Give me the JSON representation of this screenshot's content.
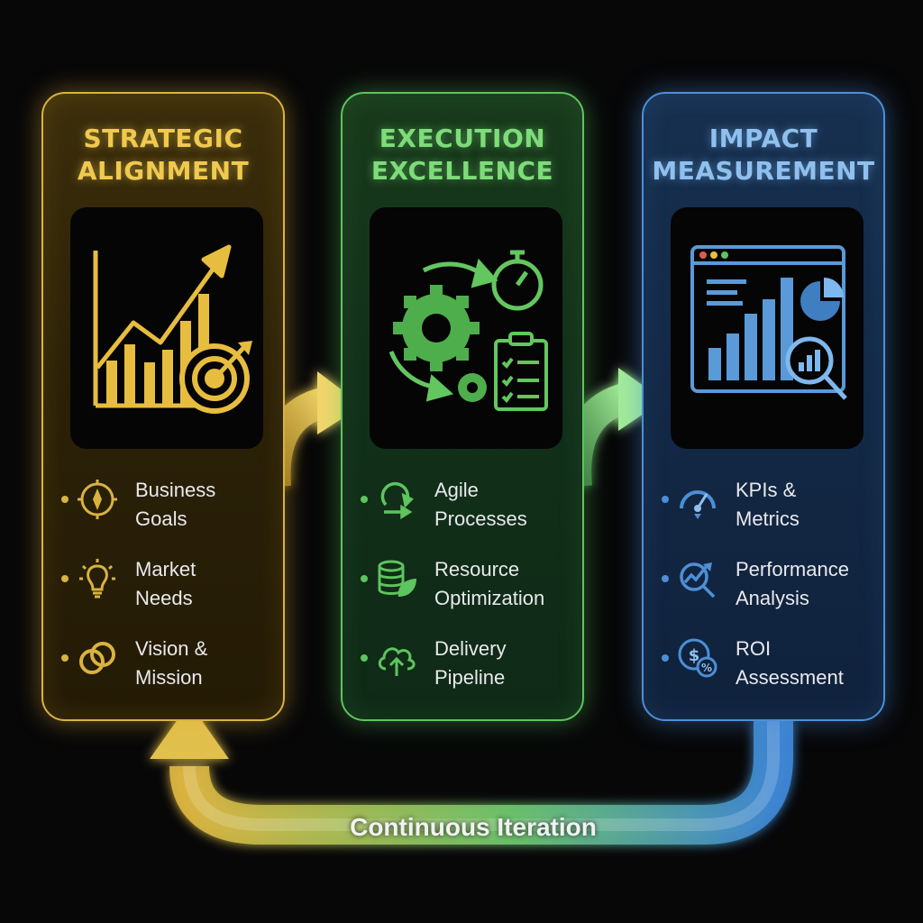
{
  "colors": {
    "gold": "#d9b340",
    "green": "#5ec45e",
    "blue": "#4d8fd6",
    "background": "#070708"
  },
  "cards": [
    {
      "title": "STRATEGIC\nALIGNMENT",
      "hero_icon": "growth-chart-target-icon",
      "items": [
        {
          "icon": "compass-icon",
          "label": "Business\nGoals"
        },
        {
          "icon": "lightbulb-icon",
          "label": "Market\nNeeds"
        },
        {
          "icon": "interlocking-rings-icon",
          "label": "Vision &\nMission"
        }
      ]
    },
    {
      "title": "EXECUTION\nEXCELLENCE",
      "hero_icon": "gears-stopwatch-checklist-icon",
      "items": [
        {
          "icon": "cycle-arrows-icon",
          "label": "Agile\nProcesses"
        },
        {
          "icon": "database-leaf-icon",
          "label": "Resource\nOptimization"
        },
        {
          "icon": "cloud-upload-icon",
          "label": "Delivery\nPipeline"
        }
      ]
    },
    {
      "title": "IMPACT\nMEASUREMENT",
      "hero_icon": "analytics-dashboard-icon",
      "items": [
        {
          "icon": "gauge-icon",
          "label": "KPIs &\nMetrics"
        },
        {
          "icon": "magnifier-trend-icon",
          "label": "Performance\nAnalysis"
        },
        {
          "icon": "dollar-percent-icon",
          "label": "ROI\nAssessment"
        }
      ]
    }
  ],
  "loop": {
    "label": "Continuous Iteration"
  }
}
